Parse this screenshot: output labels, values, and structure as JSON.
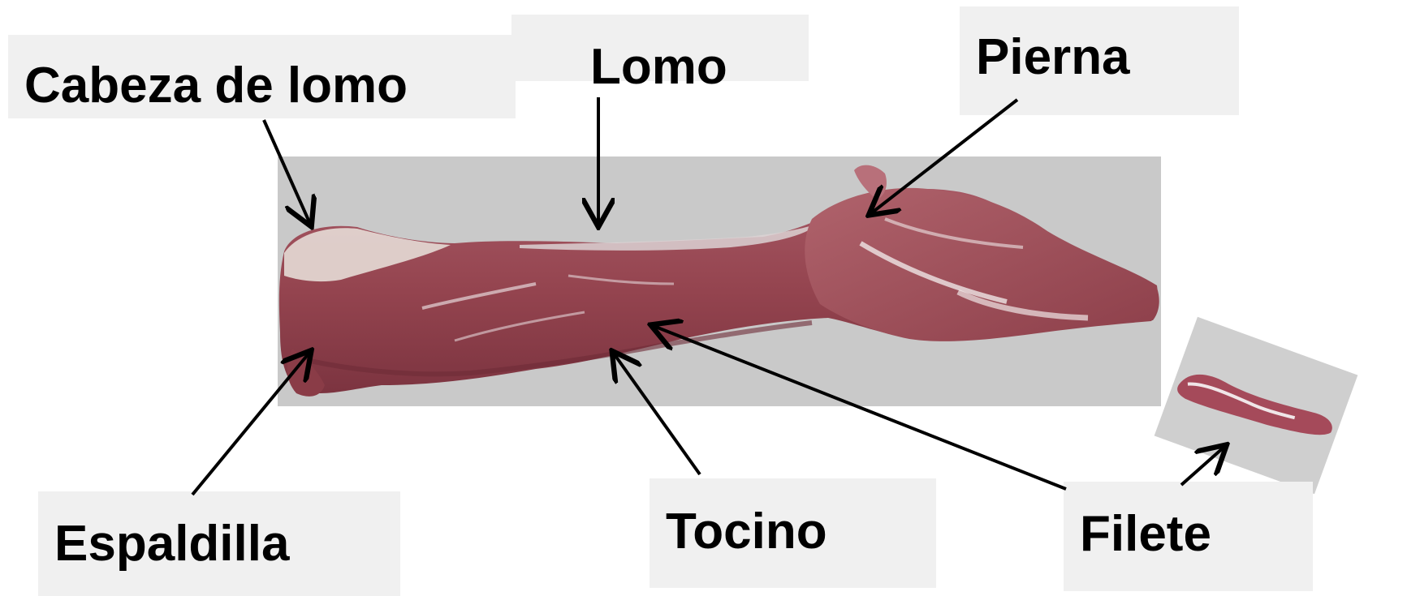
{
  "labels": {
    "cabeza_de_lomo": "Cabeza de lomo",
    "lomo": "Lomo",
    "pierna": "Pierna",
    "espaldilla": "Espaldilla",
    "tocino": "Tocino",
    "filete": "Filete"
  },
  "colors": {
    "label_bg": "#f0f0f0",
    "photo_bg": "#c9c9c9",
    "meat_main": "#9a4a55",
    "meat_dark": "#7e3542",
    "fat_white": "#e9e1dc",
    "arrow": "#000000"
  },
  "icons": {
    "carcass": "pork-carcass-illustration",
    "tenderloin": "tenderloin-cut-illustration",
    "pointer": "arrow-pointer"
  }
}
